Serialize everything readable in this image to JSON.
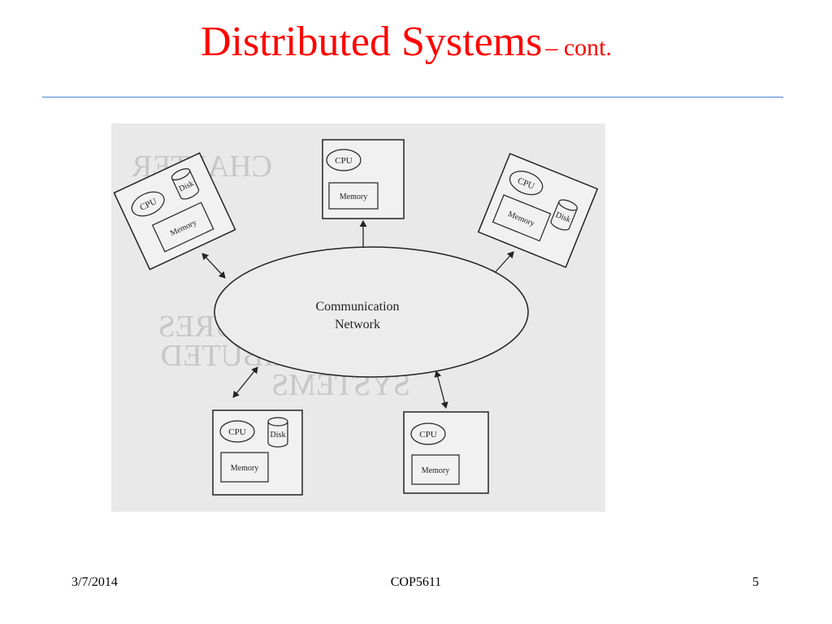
{
  "slide": {
    "title_main": "Distributed Systems",
    "title_sub": "– cont.",
    "accent_color": "#ff0000",
    "rule_color": "#4a7fd6"
  },
  "figure": {
    "network_label_line1": "Communication",
    "network_label_line2": "Network",
    "bleed_through_text": [
      "CHAPTER",
      "ARCHITECTURES",
      "OF DISTRIBUTED",
      "SYSTEMS"
    ],
    "nodes": [
      {
        "cpu": "CPU",
        "disk": "Disk",
        "memory": "Memory"
      },
      {
        "cpu": "CPU",
        "memory": "Memory"
      },
      {
        "cpu": "CPU",
        "disk": "Disk",
        "memory": "Memory"
      },
      {
        "cpu": "CPU",
        "disk": "Disk",
        "memory": "Memory"
      },
      {
        "cpu": "CPU",
        "memory": "Memory"
      }
    ]
  },
  "footer": {
    "date": "3/7/2014",
    "course": "COP5611",
    "page": "5"
  }
}
